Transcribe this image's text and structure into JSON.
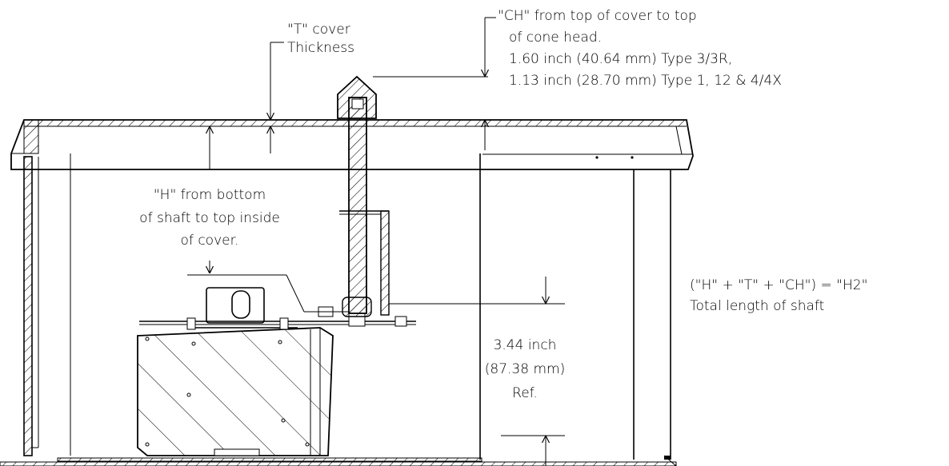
{
  "annotations": {
    "t_cover": [
      "\"T\" cover",
      "Thickness"
    ],
    "ch_note": [
      "\"CH\" from top of cover to top",
      "of cone head.",
      "1.60 inch (40.64 mm) Type 3/3R,",
      "1.13 inch (28.70 mm) Type 1, 12 & 4/4X"
    ],
    "h_note": [
      "\"H\" from bottom",
      "of shaft to top inside",
      "of cover."
    ],
    "h2_formula": [
      "(\"H\" + \"T\" + \"CH\") = \"H2\"",
      "Total length of shaft"
    ],
    "ref_dim": [
      "3.44 inch",
      "(87.38 mm)",
      "Ref."
    ]
  }
}
